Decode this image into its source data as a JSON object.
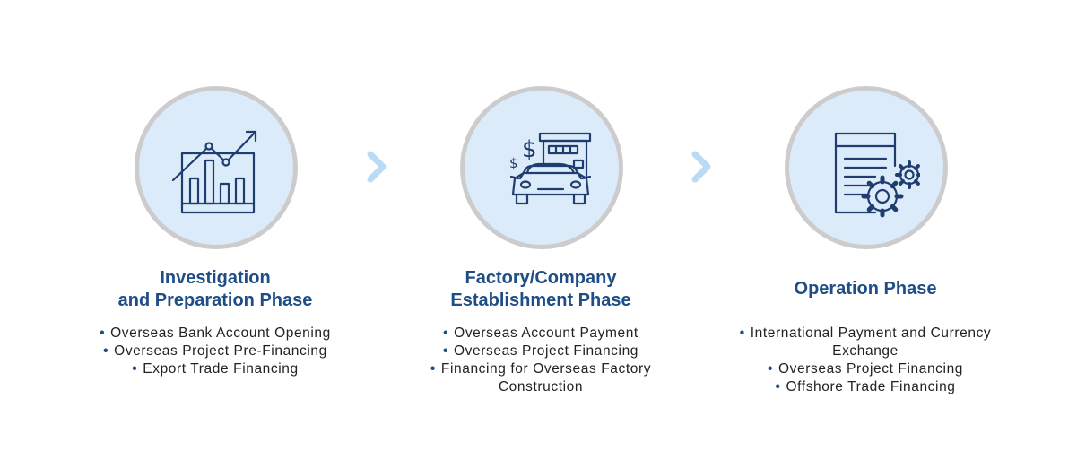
{
  "colors": {
    "title": "#1f4e86",
    "icon_stroke": "#1f3d6e",
    "circle_fill": "#dcebf9",
    "circle_ring": "#cccccc",
    "arrow": "#b9dbf5",
    "bullet_text": "#222222"
  },
  "phases": [
    {
      "icon": "bar-chart-growth-icon",
      "title_lines": [
        "Investigation",
        "and Preparation Phase"
      ],
      "bullets": [
        "Overseas Bank Account Opening",
        "Overseas Project Pre-Financing",
        "Export Trade Financing"
      ]
    },
    {
      "icon": "car-factory-dollar-icon",
      "title_lines": [
        "Factory/Company",
        "Establishment Phase"
      ],
      "bullets": [
        "Overseas Account Payment",
        "Overseas Project Financing",
        "Financing for Overseas Factory",
        "Construction"
      ]
    },
    {
      "icon": "document-gears-icon",
      "title_lines": [
        "Operation Phase"
      ],
      "bullets": [
        "International Payment and Currency",
        "Exchange",
        "Overseas Project Financing",
        "Offshore Trade Financing"
      ]
    }
  ],
  "arrows": [
    "chevron-right-icon",
    "chevron-right-icon"
  ]
}
